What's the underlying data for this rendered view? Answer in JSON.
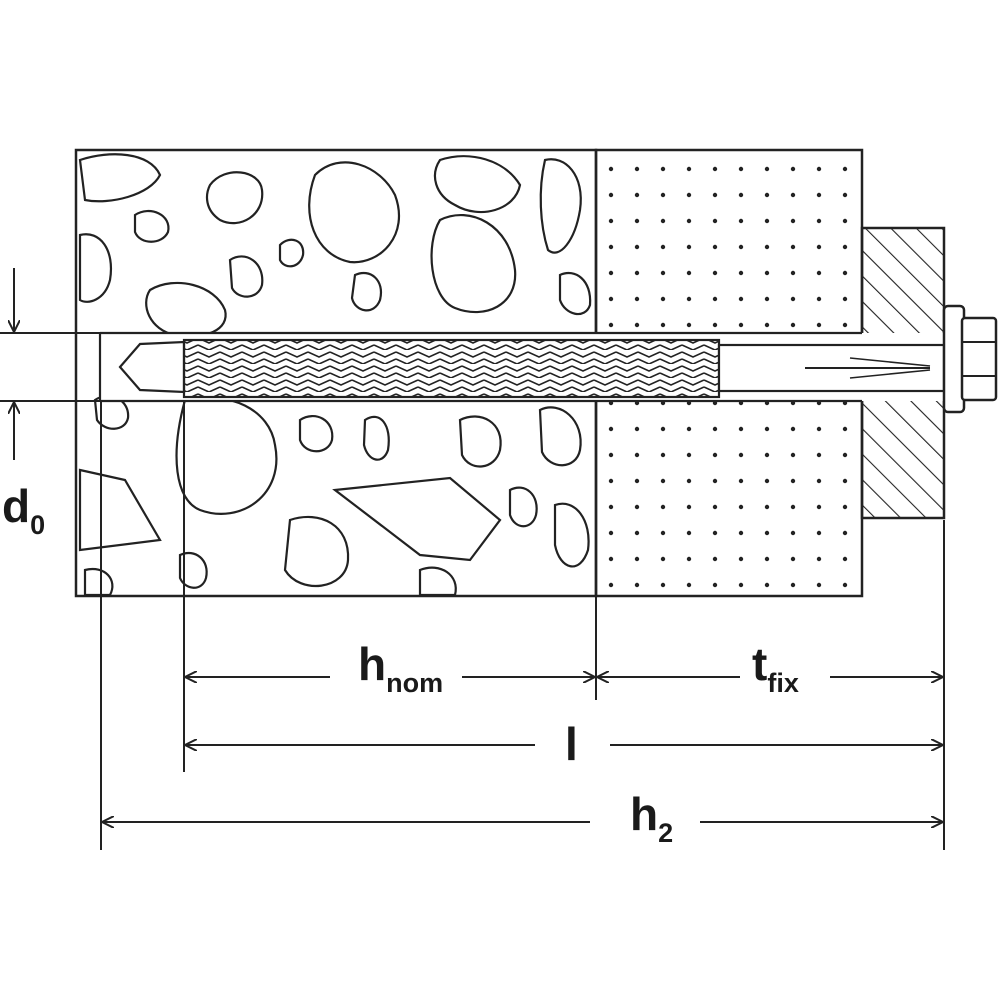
{
  "diagram": {
    "labels": {
      "d0": {
        "main": "d",
        "sub": "0"
      },
      "hnom": {
        "main": "h",
        "sub": "nom"
      },
      "tfix": {
        "main": "t",
        "sub": "fix"
      },
      "l": {
        "main": "l",
        "sub": ""
      },
      "h2": {
        "main": "h",
        "sub": "2"
      }
    }
  }
}
